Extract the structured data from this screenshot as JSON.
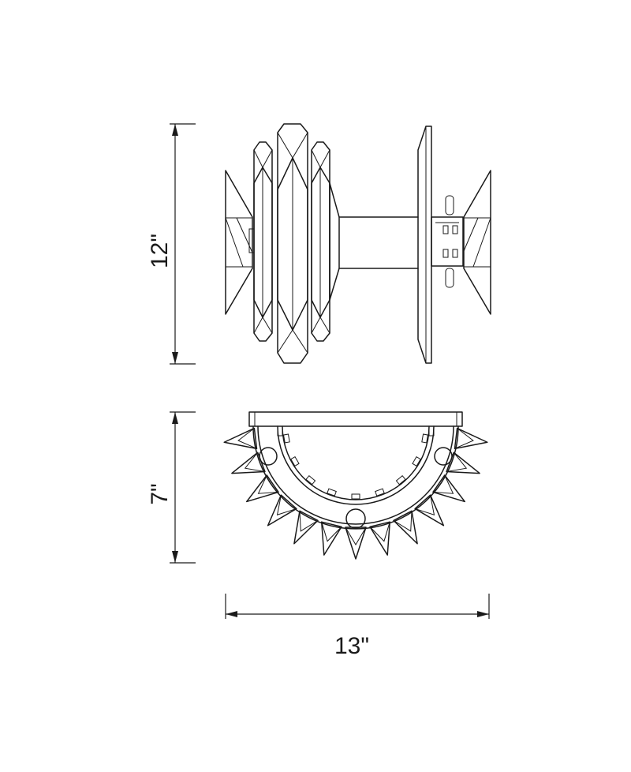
{
  "dimensions": {
    "height": "12\"",
    "depth": "7\"",
    "width": "13\""
  }
}
